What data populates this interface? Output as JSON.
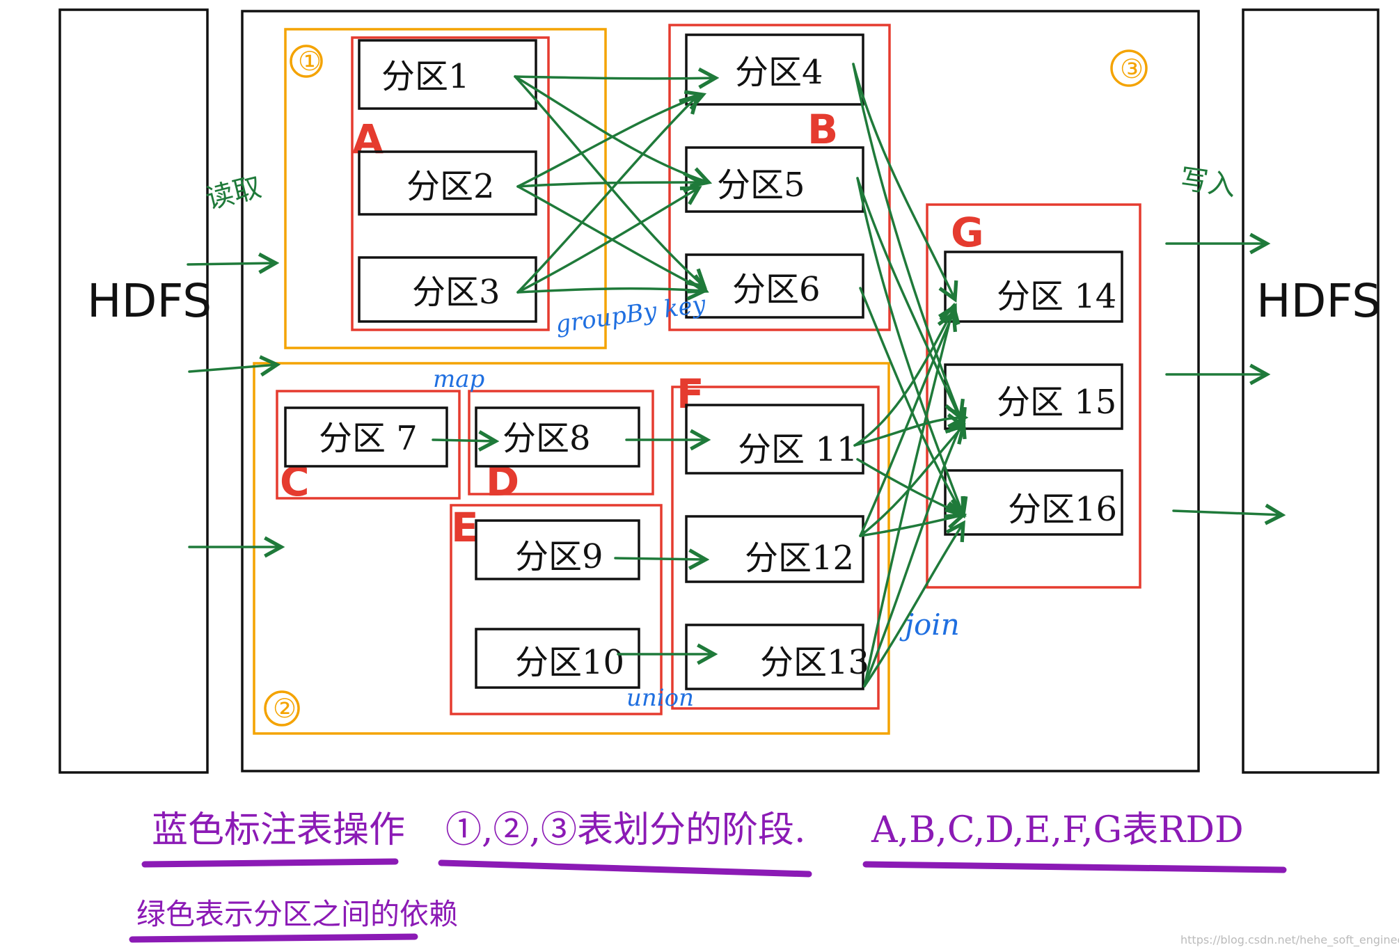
{
  "hdfs_left": "HDFS",
  "hdfs_right": "HDFS",
  "read_label": "读取",
  "write_label": "写入",
  "stages": {
    "s1": "①",
    "s2": "②",
    "s3": "③"
  },
  "rdds": {
    "A": "A",
    "B": "B",
    "C": "C",
    "D": "D",
    "E": "E",
    "F": "F",
    "G": "G"
  },
  "partitions": {
    "p1": "分区1",
    "p2": "分区2",
    "p3": "分区3",
    "p4": "分区4",
    "p5": "分区5",
    "p6": "分区6",
    "p7": "分区 7",
    "p8": "分区8",
    "p9": "分区9",
    "p10": "分区10",
    "p11": "分区 11",
    "p12": "分区12",
    "p13": "分区13",
    "p14": "分区 14",
    "p15": "分区 15",
    "p16": "分区16"
  },
  "operations": {
    "groupByKey": "groupBy key",
    "map": "map",
    "union": "union",
    "join": "join"
  },
  "legend": {
    "blue_note": "蓝色标注表操作",
    "stage_note": "①,②,③表划分的阶段.",
    "rdd_note": "A,B,C,D,E,F,G表RDD",
    "green_note": "绿色表示分区之间的依赖"
  },
  "watermark": "https://blog.csdn.net/hehe_soft_engineer",
  "colors": {
    "stage_box": "#f4a300",
    "rdd_box": "#e53b2f",
    "dependency": "#1f7a3a",
    "operation": "#1f6fe0",
    "legend": "#8b1ab5"
  }
}
